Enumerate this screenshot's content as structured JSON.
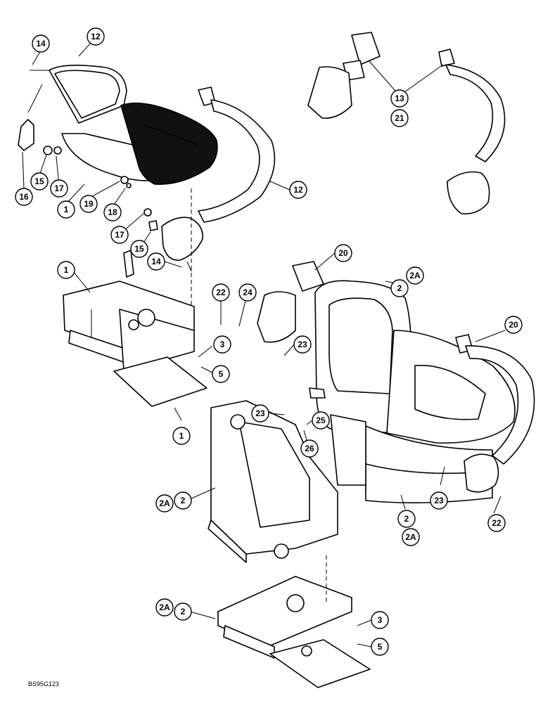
{
  "drawing_ref": "BS95G123",
  "callouts": [
    {
      "id": "c14a",
      "label": "14"
    },
    {
      "id": "c12a",
      "label": "12"
    },
    {
      "id": "c16",
      "label": "16"
    },
    {
      "id": "c15a",
      "label": "15"
    },
    {
      "id": "c17a",
      "label": "17"
    },
    {
      "id": "c1a",
      "label": "1"
    },
    {
      "id": "c19",
      "label": "19"
    },
    {
      "id": "c18",
      "label": "18"
    },
    {
      "id": "c12b",
      "label": "12"
    },
    {
      "id": "c17b",
      "label": "17"
    },
    {
      "id": "c15b",
      "label": "15"
    },
    {
      "id": "c14b",
      "label": "14"
    },
    {
      "id": "c13",
      "label": "13"
    },
    {
      "id": "c21",
      "label": "21"
    },
    {
      "id": "c20a",
      "label": "20"
    },
    {
      "id": "c2a",
      "label": "2"
    },
    {
      "id": "c2Aa",
      "label": "2A"
    },
    {
      "id": "c20b",
      "label": "20"
    },
    {
      "id": "c1b",
      "label": "1"
    },
    {
      "id": "c22a",
      "label": "22"
    },
    {
      "id": "c24",
      "label": "24"
    },
    {
      "id": "c3a",
      "label": "3"
    },
    {
      "id": "c5a",
      "label": "5"
    },
    {
      "id": "c23a",
      "label": "23"
    },
    {
      "id": "c1c",
      "label": "1"
    },
    {
      "id": "c23b",
      "label": "23"
    },
    {
      "id": "c25",
      "label": "25"
    },
    {
      "id": "c26",
      "label": "26"
    },
    {
      "id": "c2b",
      "label": "2"
    },
    {
      "id": "c2Ab",
      "label": "2A"
    },
    {
      "id": "c23c",
      "label": "23"
    },
    {
      "id": "c2c",
      "label": "2"
    },
    {
      "id": "c2Ac",
      "label": "2A"
    },
    {
      "id": "c22b",
      "label": "22"
    },
    {
      "id": "c2d",
      "label": "2"
    },
    {
      "id": "c2Ad",
      "label": "2A"
    },
    {
      "id": "c3b",
      "label": "3"
    },
    {
      "id": "c5b",
      "label": "5"
    }
  ]
}
